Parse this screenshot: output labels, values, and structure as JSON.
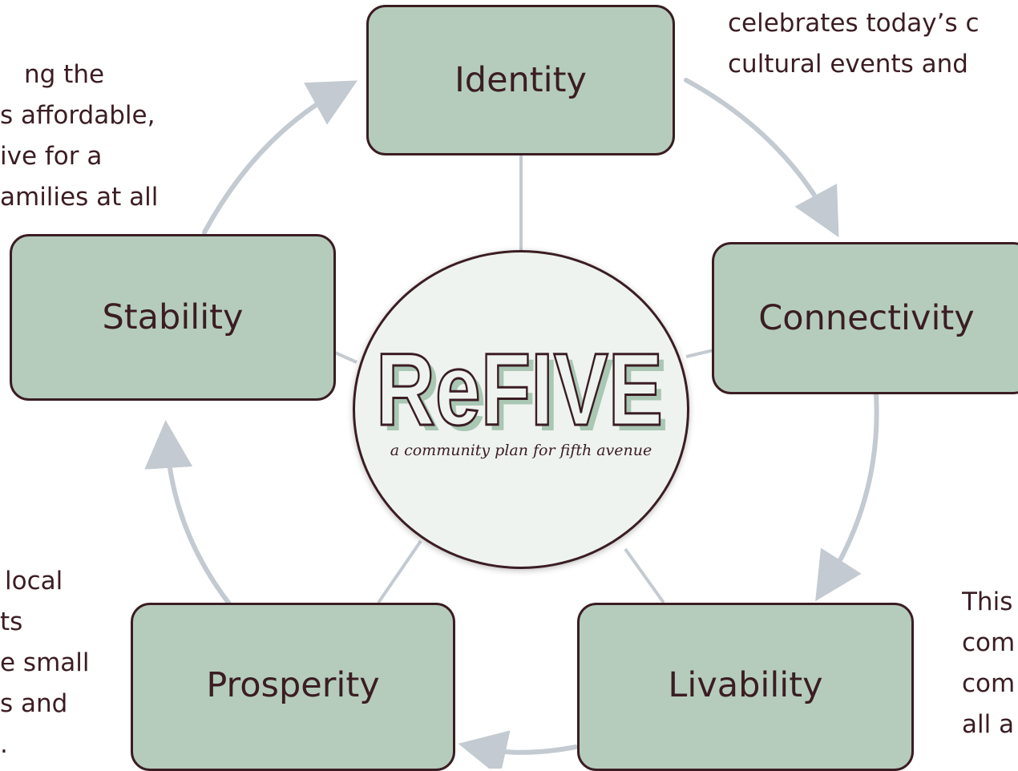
{
  "logo": {
    "wordmark": "ReFIVE",
    "tagline": "a community plan for fifth avenue"
  },
  "nodes": {
    "identity": "Identity",
    "connectivity": "Connectivity",
    "livability": "Livability",
    "prosperity": "Prosperity",
    "stability": "Stability"
  },
  "blurbs": {
    "identity": [
      "celebrates today’s c",
      "cultural events and"
    ],
    "stability": [
      "ng the",
      "s affordable,",
      "ive for a",
      "amilies at all"
    ],
    "prosperity": [
      "local",
      "ts",
      "e small",
      "s and",
      "."
    ],
    "livability": [
      "This",
      "com",
      "com",
      "all a"
    ]
  },
  "colors": {
    "node_fill": "#b5ccbc",
    "outline": "#3b1d23",
    "arrow": "#c3cad1",
    "hub_fill": "#eef3ef",
    "logo_shadow": "#a9c7b3"
  }
}
